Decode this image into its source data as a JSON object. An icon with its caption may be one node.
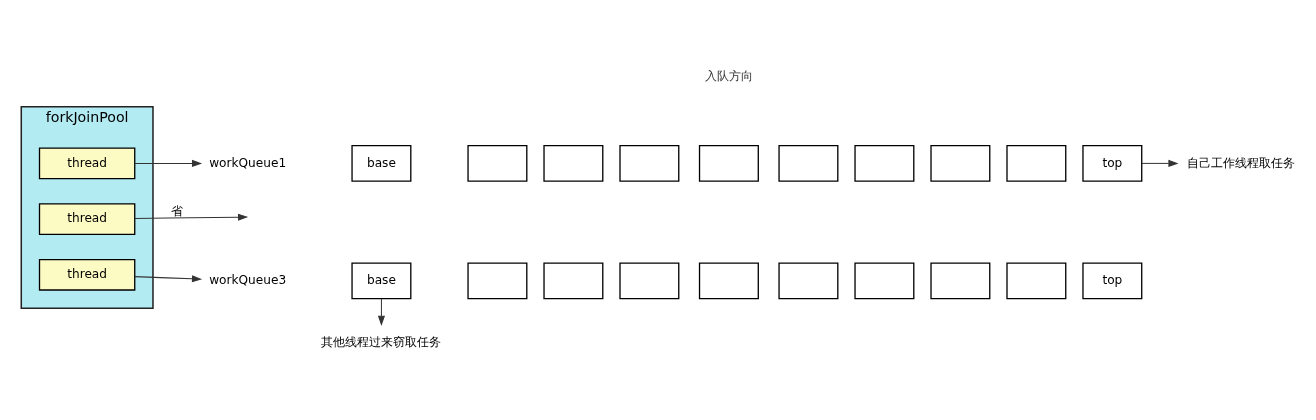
{
  "diagram": {
    "nodes": [
      {
        "text": [
          "forkJoinPool"
        ]
      },
      {
        "text": [
          "thread"
        ],
        "in": 0
      },
      {
        "text": [
          "thread"
        ],
        "in": 0
      },
      {
        "text": [
          "thread"
        ],
        "in": 0
      },
      {
        "text": [
          "workQueue1"
        ]
      },
      {
        "text": [
          "workQueue3"
        ]
      },
      {
        "text": [
          "base"
        ]
      },
      {
        "text": [],
        "shape": "box"
      },
      {
        "text": [],
        "shape": "box"
      },
      {
        "text": [],
        "shape": "box"
      },
      {
        "text": [],
        "shape": "box"
      },
      {
        "text": [],
        "shape": "box"
      },
      {
        "text": [],
        "shape": "box"
      },
      {
        "text": [],
        "shape": "box"
      },
      {
        "text": [],
        "shape": "box"
      },
      {
        "text": [
          "top"
        ]
      },
      {
        "text": [
          "自己工作线程取任务"
        ]
      },
      {
        "text": [
          "base"
        ]
      },
      {
        "text": [],
        "shape": "box"
      },
      {
        "text": [],
        "shape": "box"
      },
      {
        "text": [],
        "shape": "box"
      },
      {
        "text": [],
        "shape": "box"
      },
      {
        "text": [],
        "shape": "box"
      },
      {
        "text": [],
        "shape": "box"
      },
      {
        "text": [],
        "shape": "box"
      },
      {
        "text": [],
        "shape": "box"
      },
      {
        "text": [
          "top"
        ]
      },
      {
        "text": [
          "其他线程过来窃取任务"
        ]
      }
    ],
    "edges": [
      {
        "from": 1,
        "to": 4,
        "arrow": "to"
      },
      {
        "from": 2,
        "to": null,
        "label": "省",
        "arrow": "to"
      },
      {
        "from": 3,
        "to": 5,
        "arrow": "to"
      },
      {
        "from": 15,
        "to": 16,
        "arrow": "to"
      },
      {
        "from": 17,
        "to": 27,
        "arrow": "to"
      }
    ],
    "labels": [
      "入队方向"
    ]
  }
}
